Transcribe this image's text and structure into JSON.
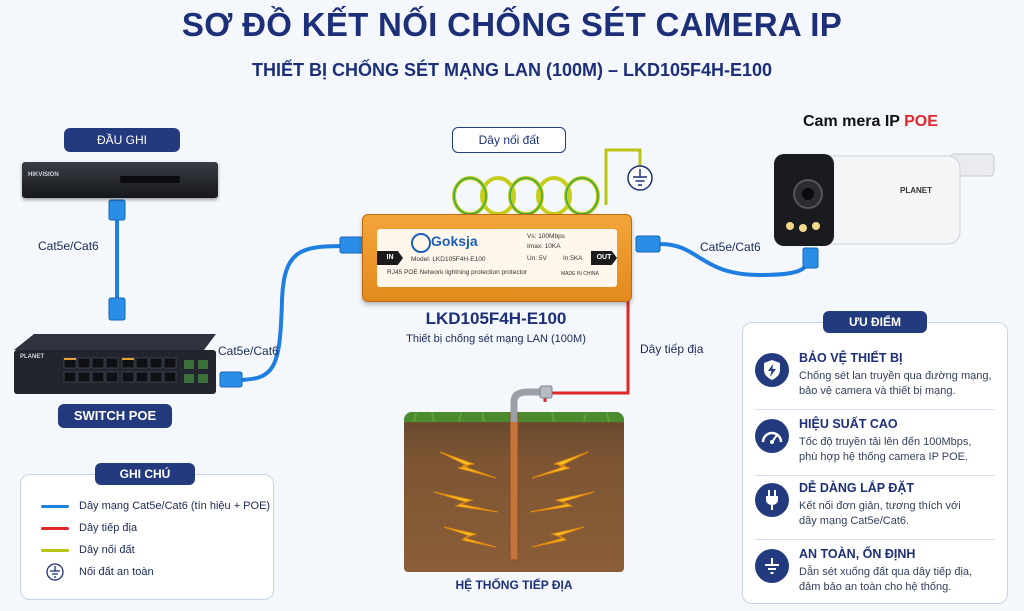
{
  "header": {
    "title": "SƠ ĐỒ KẾT NỐI CHỐNG SÉT CAMERA IP",
    "subtitle": "THIẾT BỊ CHỐNG SÉT MẠNG LAN (100M) – LKD105F4H-E100"
  },
  "nvr": {
    "label": "ĐẦU GHI",
    "brand": "HIKVISION"
  },
  "switch": {
    "label": "SWITCH POE",
    "brand": "PLANET"
  },
  "cables": {
    "nvr_switch": "Cat5e/Cat6",
    "switch_device": "Cat5e/Cat6",
    "device_camera": "Cat5e/Cat6"
  },
  "ground_wire": {
    "label": "Dây nối đất"
  },
  "earth_wire": {
    "label": "Dây tiếp địa"
  },
  "device": {
    "brand": "Goksja",
    "model_line": "Model: LKD105F4H-E100",
    "desc_line": "RJ45 POE Network lightning protection protector",
    "in_label": "IN",
    "out_label": "OUT",
    "spec_vs": "Vs: 100Mbps",
    "spec_imax": "Imax: 10KA",
    "spec_un": "Un: 5V",
    "spec_in": "In:5KA",
    "made_in": "MADE IN CHINA",
    "name": "LKD105F4H-E100",
    "caption": "Thiết bị chống sét mạng LAN (100M)"
  },
  "camera": {
    "title_prefix": "Cam mera IP ",
    "title_accent": "POE",
    "brand": "PLANET"
  },
  "grounding": {
    "label": "HỆ THỐNG TIẾP ĐỊA"
  },
  "legend": {
    "title": "GHI CHÚ",
    "items": [
      {
        "color": "#1f7fe0",
        "text": "Dây mạng Cat5e/Cat6 (tín hiệu + POE)"
      },
      {
        "color": "#e3262a",
        "text": "Dây tiếp địa"
      },
      {
        "color": "#b9c414",
        "text": "Dây nối đất"
      },
      {
        "icon": "ground-icon",
        "text": "Nối đất an toàn"
      }
    ]
  },
  "advantages": {
    "title": "ƯU ĐIỂM",
    "items": [
      {
        "icon": "shield-bolt-icon",
        "heading": "BẢO VỆ THIẾT BỊ",
        "lines": [
          "Chống sét lan truyền qua đường mạng,",
          "bảo vệ camera và thiết bị mạng."
        ]
      },
      {
        "icon": "speedometer-icon",
        "heading": "HIỆU SUẤT CAO",
        "lines": [
          "Tốc độ truyền tải lên đến 100Mbps,",
          "phù hợp hệ thống camera IP POE."
        ]
      },
      {
        "icon": "plug-icon",
        "heading": "DỄ DÀNG LẮP ĐẶT",
        "lines": [
          "Kết nối đơn giản, tương thích với",
          "dây mạng Cat5e/Cat6."
        ]
      },
      {
        "icon": "ground-icon",
        "heading": "AN TOÀN, ỔN ĐỊNH",
        "lines": [
          "Dẫn sét xuống đất qua dây tiếp địa,",
          "đảm bảo an toàn cho hệ thống."
        ]
      }
    ]
  }
}
